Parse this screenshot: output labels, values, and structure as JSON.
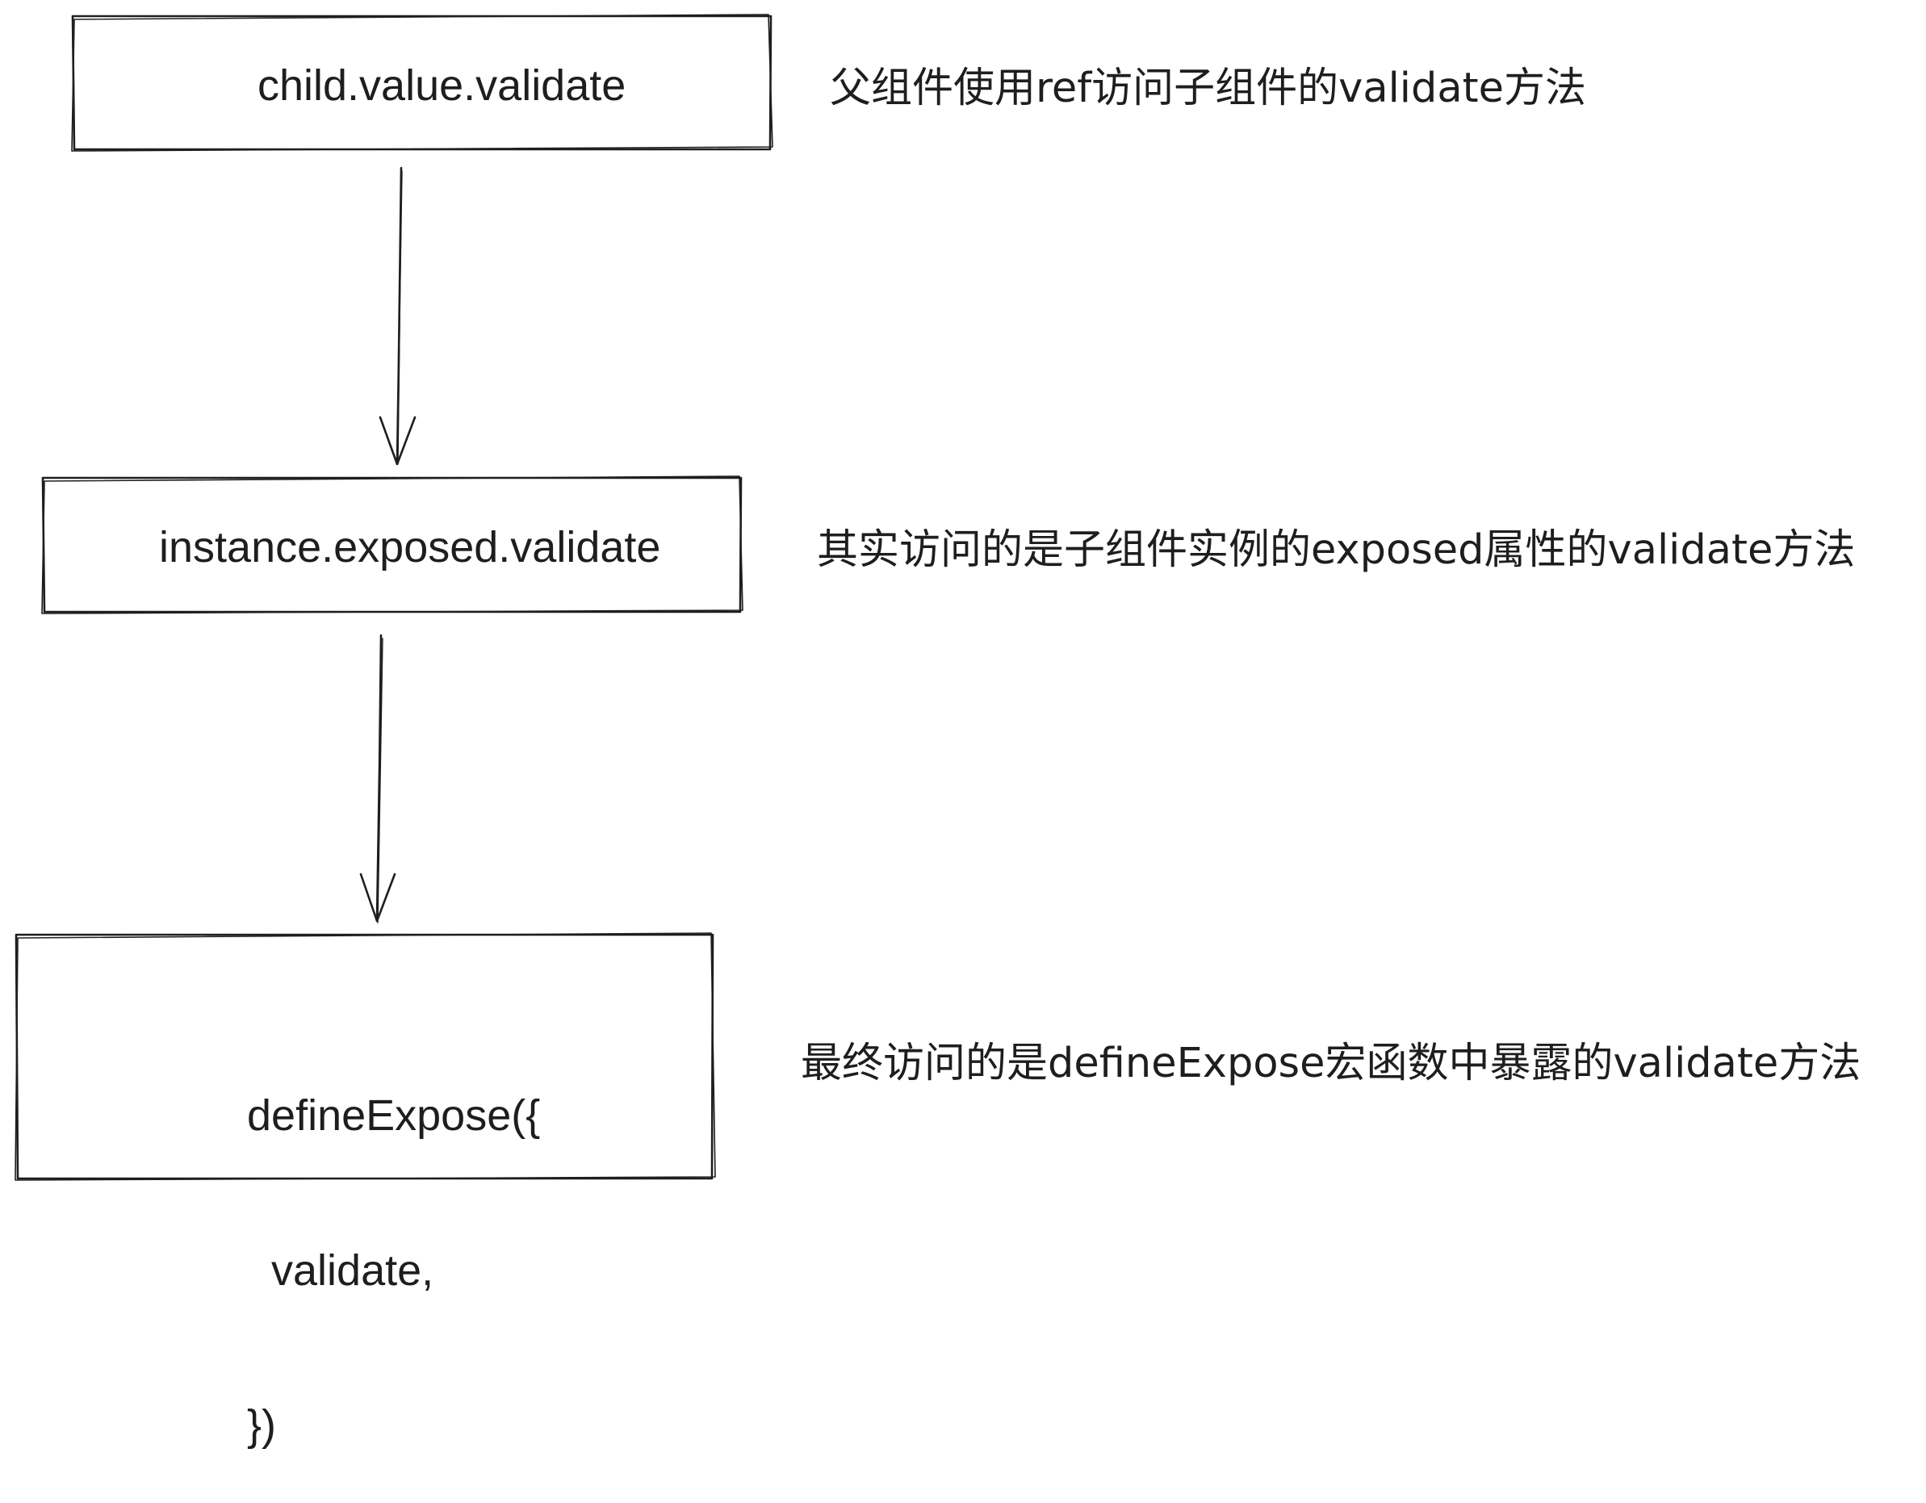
{
  "steps": [
    {
      "box_text": "child.value.validate",
      "note": "父组件使用ref访问子组件的validate方法"
    },
    {
      "box_text": "instance.exposed.validate",
      "note": "其实访问的是子组件实例的exposed属性的validate方法"
    },
    {
      "code_lines": [
        "defineExpose({",
        "  validate,",
        "})"
      ],
      "note": "最终访问的是defineExpose宏函数中暴露的validate方法"
    }
  ],
  "colors": {
    "stroke": "#1e1e1e",
    "background": "#ffffff"
  }
}
